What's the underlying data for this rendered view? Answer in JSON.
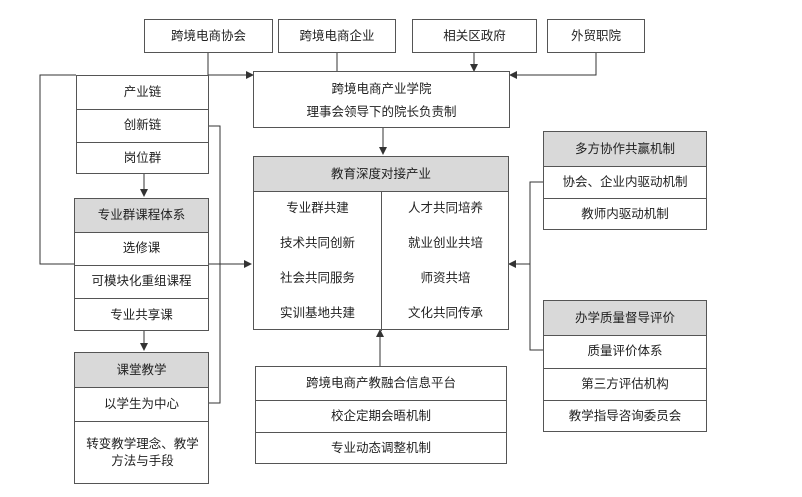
{
  "top_row": [
    "跨境电商协会",
    "跨境电商企业",
    "相关区政府",
    "外贸职院"
  ],
  "institute": {
    "line1": "跨境电商产业学院",
    "line2": "理事会领导下的院长负责制"
  },
  "left_top": [
    "产业链",
    "创新链",
    "岗位群"
  ],
  "curriculum": {
    "title": "专业群课程体系",
    "items": [
      "选修课",
      "可模块化重组课程",
      "专业共享课"
    ]
  },
  "classroom": {
    "title": "课堂教学",
    "items": [
      "以学生为中心",
      "转变教学理念、教学方法与手段"
    ]
  },
  "center": {
    "title": "教育深度对接产业",
    "left": [
      "专业群共建",
      "技术共同创新",
      "社会共同服务",
      "实训基地共建"
    ],
    "right": [
      "人才共同培养",
      "就业创业共培",
      "师资共培",
      "文化共同传承"
    ]
  },
  "platform": [
    "跨境电商产教融合信息平台",
    "校企定期会晤机制",
    "专业动态调整机制"
  ],
  "cooperation": {
    "title": "多方协作共赢机制",
    "items": [
      "协会、企业内驱动机制",
      "教师内驱动机制"
    ]
  },
  "quality": {
    "title": "办学质量督导评价",
    "items": [
      "质量评价体系",
      "第三方评估机构",
      "教学指导咨询委员会"
    ]
  }
}
